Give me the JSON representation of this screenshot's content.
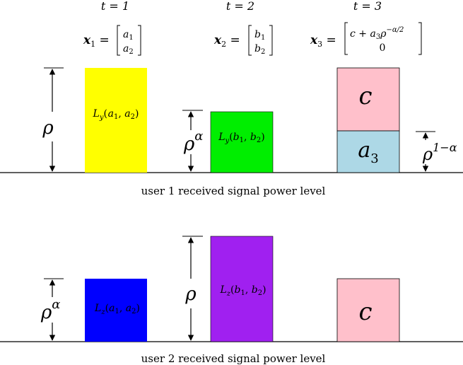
{
  "time_labels": {
    "t1": "t = 1",
    "t2": "t = 2",
    "t3": "t = 3"
  },
  "vectors": {
    "x1": {
      "lhs": "x",
      "sub": "1",
      "top": "a",
      "top_sub": "1",
      "bottom": "a",
      "bottom_sub": "2"
    },
    "x2": {
      "lhs": "x",
      "sub": "2",
      "top": "b",
      "top_sub": "1",
      "bottom": "b",
      "bottom_sub": "2"
    },
    "x3": {
      "lhs": "x",
      "sub": "3",
      "top_c": "c + ",
      "top_a": "a",
      "top_a_sub": "3",
      "top_rho": "ρ",
      "top_exp": "−α/2",
      "bottom": "0"
    }
  },
  "user1": {
    "caption": "user 1 received signal power level",
    "bar1_label": {
      "L": "L",
      "sub": "y",
      "args": "(a",
      "a_sub1": "1",
      "mid": ", a",
      "a_sub2": "2",
      "close": ")"
    },
    "bar2_label": {
      "L": "L",
      "sub": "y",
      "args": "(b",
      "a_sub1": "1",
      "mid": ", b",
      "a_sub2": "2",
      "close": ")"
    },
    "bar3_top": "c",
    "bar3_bottom": {
      "base": "a",
      "sub": "3"
    },
    "arrow1": {
      "base": "ρ"
    },
    "arrow2": {
      "base": "ρ",
      "exp": "α"
    },
    "arrow3": {
      "base": "ρ",
      "exp": "1−α"
    }
  },
  "user2": {
    "caption": "user 2 received signal power level",
    "bar1_label": {
      "L": "L",
      "sub": "z",
      "args": "(a",
      "a_sub1": "1",
      "mid": ", a",
      "a_sub2": "2",
      "close": ")"
    },
    "bar2_label": {
      "L": "L",
      "sub": "z",
      "args": "(b",
      "a_sub1": "1",
      "mid": ", b",
      "a_sub2": "2",
      "close": ")"
    },
    "bar3": "c",
    "arrow1": {
      "base": "ρ",
      "exp": "α"
    },
    "arrow2": {
      "base": "ρ"
    }
  },
  "colors": {
    "yellow": "#ffff00",
    "green": "#00ee00",
    "pink": "#ffc0cb",
    "lightblue": "#add8e6",
    "blue": "#0000ff",
    "purple": "#a020f0",
    "line": "#000000"
  }
}
